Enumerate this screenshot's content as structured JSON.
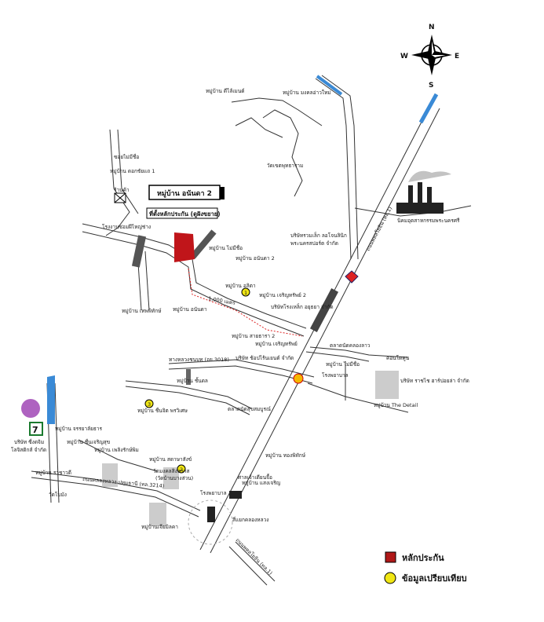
{
  "compass": {
    "n": "N",
    "s": "S",
    "e": "E",
    "w": "W"
  },
  "project": {
    "name": "หมู่บ้าน อนันดา 2",
    "site": "ที่ตั้งหลักประกัน (ดูฝังขยาย)"
  },
  "distance": "1,000 เมตร",
  "labels": {
    "ban_kilomen": "หมู่บ้าน ดีไล้เมนต์",
    "ban_mongkol": "หมู่บ้าน มงคลอ่าวใหม่",
    "wat_khao": "วัดเขตพุทธาราม",
    "soi_mai_chue": "ซอยไม่มีชื่อ",
    "ban_dok_kun": "หมู่บ้าน ดอกชัยแถ 1",
    "ran_ka": "ร้านค้า",
    "school": "โรงงานซ่อมฝีไหญ่ช่าง",
    "ban_mai_chue": "หมู่บ้าน ไม่มีชื่อ",
    "ban_ananda2": "หมู่บ้าน อนันดา 2",
    "ban_alika": "หมู่บ้าน อลิตา",
    "ban_charoen2": "หมู่บ้าน เจริญทรัพย์ 2",
    "company_fire": "บริษัทโรงเหล็ก อยุธยา จำกัด",
    "ban_thep": "หมู่บ้าน เทพพิทักษ์",
    "ban_ananda": "หมู่บ้าน อนันดา",
    "ban_sai_tara": "หมู่บ้าน สายธารา 2",
    "ban_charoen": "หมู่บ้าน เจริญทรัพย์",
    "company_bp": "บริษัทรวมเล็ก ลอโจนลินิก",
    "company_bp2": "พระนครสปอร์ต จำกัด",
    "power_plant": "นิคมอุตสาหกรรมพระนครศรี",
    "road_main": "ถนนพหลโยธิน (ทล.1)",
    "road_3018": "ทางหลวงชนบท (อย.3018)",
    "company_sport": "บริษัท ช้อปไร้นเยนต์ จำกัด",
    "market": "ตลาดนัดคลองลาว",
    "ban_mai_chue2": "หมู่บ้าน ไม่มีชื่อ",
    "hospital": "โรงพยาบาล",
    "condo": "คอนโดคูน",
    "company_rajavej": "บริษัท ราชไช ฮาร์ปอยล่า จำกัด",
    "the_detail": "หมู่บ้าน The Detail",
    "ban_chan": "หมู่บ้าน ชั้นดล",
    "ban_chuenchit": "หมู่บ้าน ชื่นจิต พรวิเศษ",
    "market2": "ตลาดนัดสุขสมบูรณ์",
    "ban_kaeo": "หมู่บ้าน ทองพิทักษ์",
    "ban_saeng": "หมู่บ้าน แสงเจริญ",
    "company_left": "บริษัท ซี่งดจิม",
    "company_left2": "โลจิสติกส์ จำกัด",
    "ban_watsrithong": "หมู่บ้าน จรรยาลัยธาร",
    "ban_ratchada": "หมู่บ้าน ราชาวดี",
    "ban_phutarak": "หมู่บ้าน เพลิงรักษ์พิม",
    "ban_chan_charoen": "หมู่บ้าน ชื่นเจริญสุข",
    "ban_sadarat": "หมู่บ้าน สดาษาสังข์",
    "wat_banchong": "วัดมงคลสิงหวาส",
    "wat_banchong2": "(วัดบ้านบางส่วน)",
    "ban_yai": "วัดโบมัง",
    "school2": "โรงพยาบาล",
    "road_bottom": "ถนนคลองหลวง-ปทุมธานี (ทล.3214)",
    "ban_bottom": "หมู่บ้านเจียมิลคา",
    "junction": "สี่แยกคลองหลวง",
    "road_bottom_right": "ถนนพหลโยธิน (ทล.1)",
    "temple_bottom": "ศาลเจ้าเตียนจื้อ"
  },
  "legend": {
    "collateral": "หลักประกัน",
    "comparable": "ข้อมูลเปรียบเทียบ",
    "collateral_color": "#b01818",
    "comparable_color": "#f0e614"
  },
  "markers": [
    "1",
    "2",
    "3"
  ]
}
